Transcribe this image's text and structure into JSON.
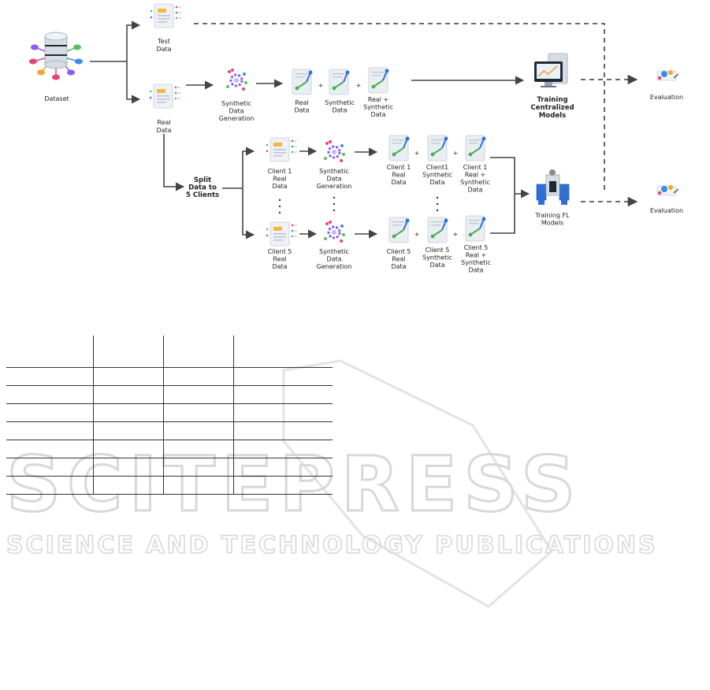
{
  "figure": {
    "dataset": "Dataset",
    "test_data": [
      "Test",
      "Data"
    ],
    "real_data": [
      "Real",
      "Data"
    ],
    "synthetic_data_generation": [
      "Synthetic",
      "Data",
      "Generation"
    ],
    "central_real": [
      "Real",
      "Data"
    ],
    "central_synthetic": [
      "Synthetic",
      "Data"
    ],
    "central_real_synthetic": [
      "Real +",
      "Synthetic",
      "Data"
    ],
    "training_centralized": [
      "Training",
      "Centralized",
      "Models"
    ],
    "split": [
      "Split",
      "Data to",
      "5 Clients"
    ],
    "client1_real": [
      "Client 1",
      "Real",
      "Data"
    ],
    "client5_real": [
      "Client 5",
      "Real",
      "Data"
    ],
    "client1_gen": [
      "Synthetic",
      "Data",
      "Generation"
    ],
    "client5_gen": [
      "Synthetic",
      "Data",
      "Generation"
    ],
    "c1_real": [
      "Client 1",
      "Real",
      "Data"
    ],
    "c1_synth": [
      "Client1",
      "Synthetic",
      "Data"
    ],
    "c1_real_synth": [
      "Client 1",
      "Real +",
      "Synthetic",
      "Data"
    ],
    "c5_real": [
      "Client 5",
      "Real",
      "Data"
    ],
    "c5_synth": [
      "Client 5",
      "Synthetic",
      "Data"
    ],
    "c5_real_synth": [
      "Client 5",
      "Real +",
      "Synthetic",
      "Data"
    ],
    "training_fl": [
      "Training FL",
      "Models"
    ],
    "evaluation_top": "Evaluation",
    "evaluation_bottom": "Evaluation",
    "plus": "+"
  },
  "watermark": {
    "line1": "SCITEPRESS",
    "line2": "SCIENCE AND TECHNOLOGY PUBLICATIONS"
  },
  "table": {
    "rows": 8,
    "cols": 4
  },
  "colors": {
    "accent_orange": "#f4a62a",
    "accent_purple": "#8a5cf5",
    "accent_green": "#4caf50",
    "accent_blue": "#2f6fd6"
  }
}
